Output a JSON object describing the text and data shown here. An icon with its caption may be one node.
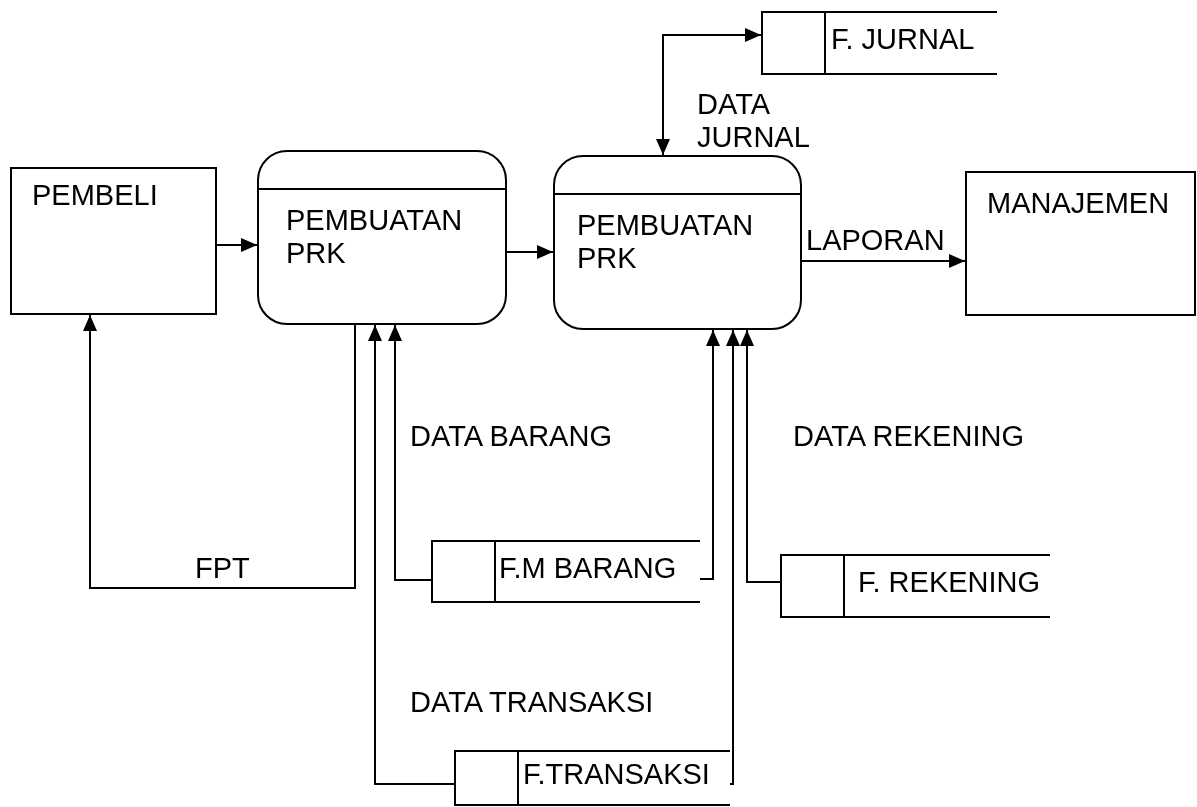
{
  "diagram": {
    "nodes": [
      {
        "text": [
          "F. JURNAL"
        ]
      },
      {
        "text": [
          "PEMBELI"
        ]
      },
      {
        "text": [
          "PEMBUATAN PRK"
        ]
      },
      {
        "text": [
          "PEMBUATAN PRK"
        ]
      },
      {
        "text": [
          "MANAJEMEN"
        ]
      },
      {
        "text": [
          "F.M BARANG"
        ]
      },
      {
        "text": [
          "F. REKENING"
        ]
      },
      {
        "text": [
          "F.TRANSAKSI"
        ]
      }
    ],
    "edges": [
      {
        "from": 1,
        "to": 2,
        "arrow": "to"
      },
      {
        "from": 2,
        "to": 3,
        "arrow": "to"
      },
      {
        "from": 3,
        "to": 4,
        "arrow": "to",
        "label": "LAPORAN"
      },
      {
        "from": 0,
        "to": 3,
        "arrow": "both",
        "label": "DATA JURNAL"
      },
      {
        "from": 2,
        "to": 1,
        "arrow": "to",
        "label": "FPT"
      },
      {
        "from": 5,
        "to": 2,
        "arrow": "to",
        "label": "DATA BARANG"
      },
      {
        "from": 5,
        "to": 3,
        "arrow": "to"
      },
      {
        "from": 7,
        "to": 2,
        "arrow": "to",
        "label": "DATA TRANSAKSI"
      },
      {
        "from": 7,
        "to": 3,
        "arrow": "to"
      },
      {
        "from": 6,
        "to": 3,
        "arrow": "to",
        "label": "DATA REKENING"
      }
    ]
  }
}
